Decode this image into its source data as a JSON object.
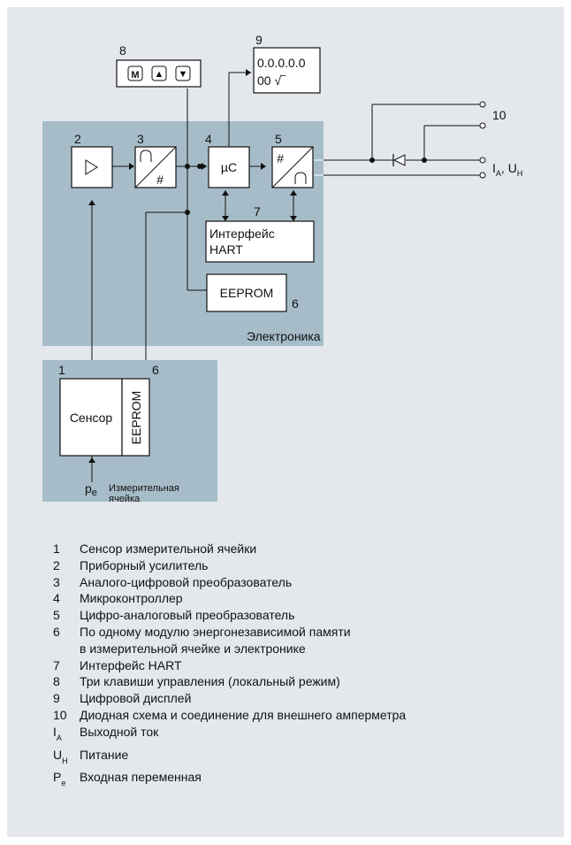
{
  "numbers": {
    "n1": "1",
    "n2": "2",
    "n3": "3",
    "n4": "4",
    "n5": "5",
    "n6a": "6",
    "n6b": "6",
    "n7": "7",
    "n8": "8",
    "n9": "9",
    "n10": "10"
  },
  "blocks": {
    "microcontroller": "µC",
    "hart_line1": "Интерфейс",
    "hart_line2": "HART",
    "eeprom": "EEPROM",
    "eeprom_sensor": "EEPROM",
    "sensor": "Сенсор",
    "electronics": "Электроника",
    "cell_line1": "Измерительная",
    "cell_line2": "ячейка",
    "display_line1": "0.0.0.0.0",
    "display_line2": "00 √‾"
  },
  "keys": {
    "m": "M",
    "up": "▲",
    "down": "▼"
  },
  "io": {
    "ia": "I",
    "ia_sub": "A",
    "sep": ", ",
    "uh": "U",
    "uh_sub": "H",
    "pe": "p",
    "pe_sub": "e"
  },
  "legend": [
    {
      "key": "1",
      "text": "Сенсор измерительной ячейки"
    },
    {
      "key": "2",
      "text": "Приборный усилитель"
    },
    {
      "key": "3",
      "text": "Аналого-цифровой преобразователь"
    },
    {
      "key": "4",
      "text": "Микроконтроллер"
    },
    {
      "key": "5",
      "text": "Цифро-аналоговый преобразователь"
    },
    {
      "key": "6",
      "text": "По одному модулю энергонезависимой памяти\nв измерительной ячейке и электронике"
    },
    {
      "key": "7",
      "text": "Интерфейс HART"
    },
    {
      "key": "8",
      "text": "Три клавиши управления (локальный режим)"
    },
    {
      "key": "9",
      "text": "Цифровой дисплей"
    },
    {
      "key": "10",
      "text": "Диодная схема и соединение для внешнего амперметра"
    },
    {
      "key": "I",
      "sub": "A",
      "text": "Выходной ток"
    },
    {
      "key": "U",
      "sub": "H",
      "text": "Питание"
    },
    {
      "key": "P",
      "sub": "e",
      "text": "Входная переменная"
    }
  ],
  "colors": {
    "background": "#e4e8ec",
    "panel": "#a6bdc9",
    "line": "#111111"
  }
}
